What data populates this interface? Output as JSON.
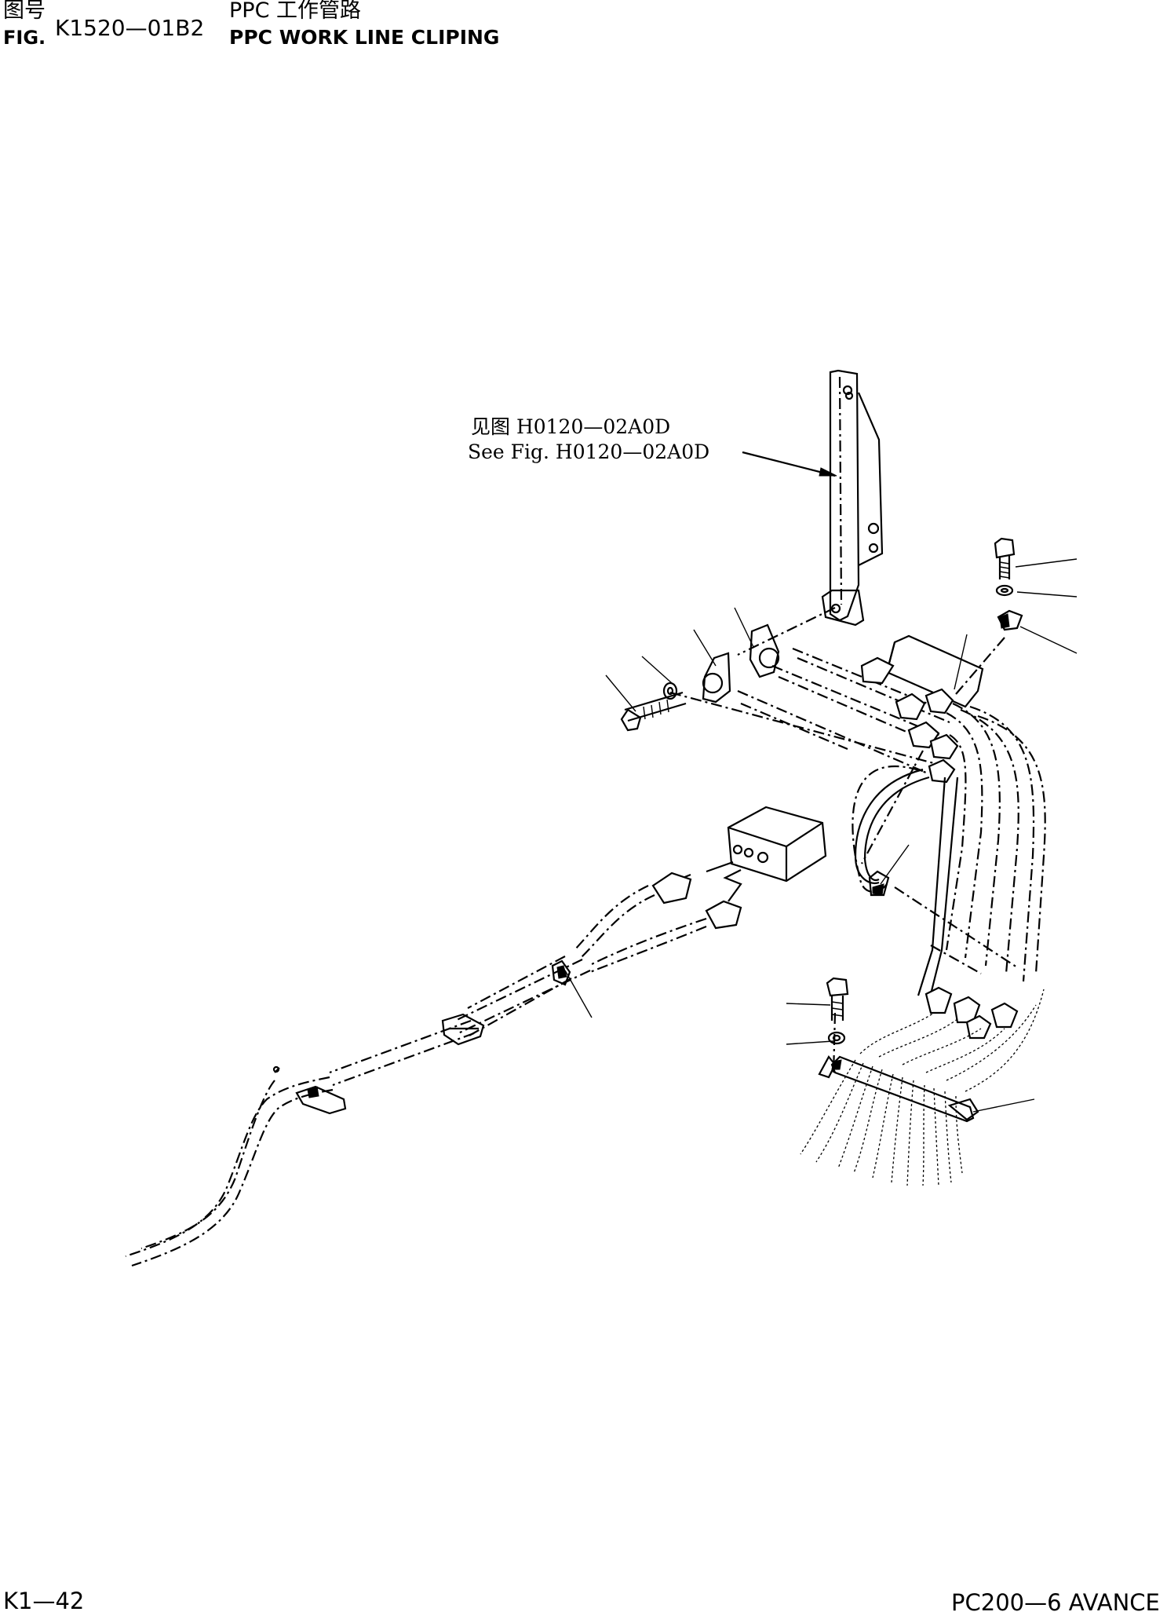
{
  "header": {
    "label_cn": "图号",
    "label_fig": "FIG.",
    "figure_number": "K1520—01B2",
    "title_cn": "PPC 工作管路",
    "title_en": "PPC WORK LINE CLIPING"
  },
  "reference": {
    "text_cn": "见图 H0120—02A0D",
    "text_en": "See Fig. H0120—02A0D"
  },
  "footer": {
    "page": "K1—42",
    "model": "PC200—6 AVANCE"
  }
}
